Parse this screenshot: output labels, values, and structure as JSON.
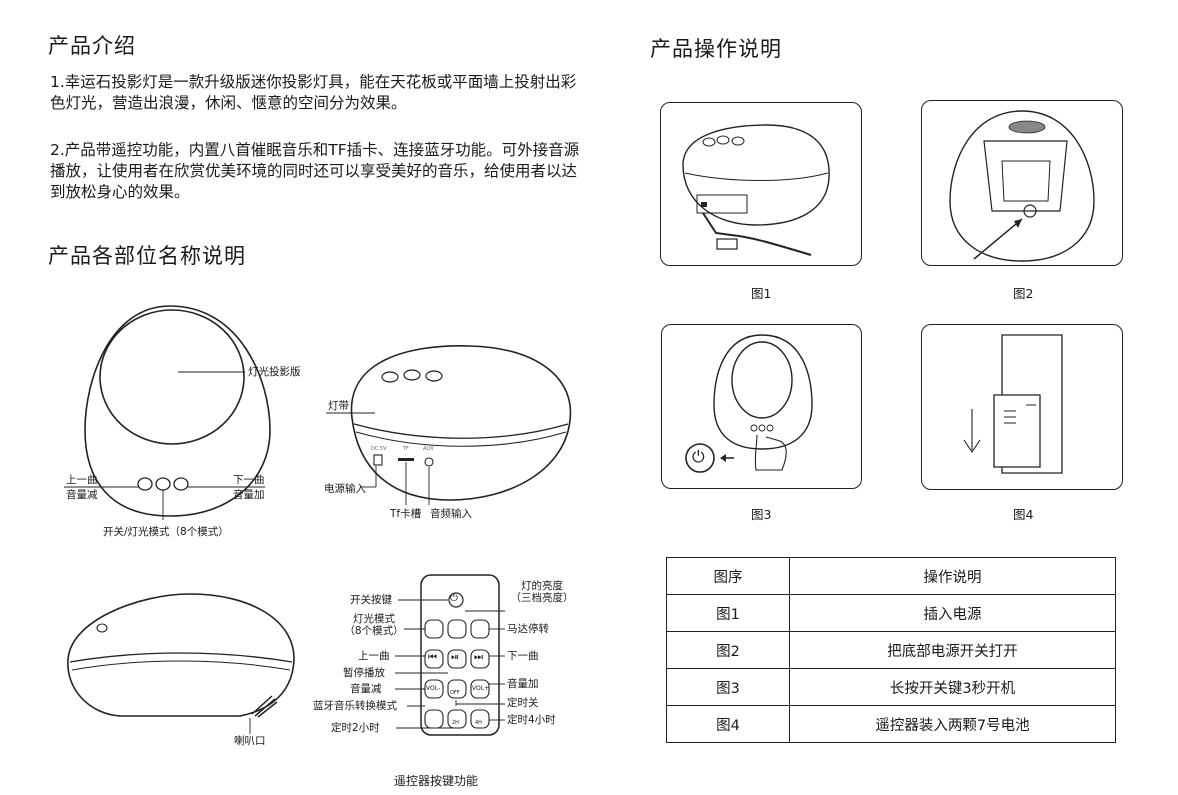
{
  "left": {
    "intro_title": "产品介绍",
    "intro_paragraphs": [
      "1.幸运石投影灯是一款升级版迷你投影灯具，能在天花板或平面墙上投射出彩色灯光，营造出浪漫，休闲、惬意的空间分为效果。",
      "2.产品带遥控功能，内置八首催眠音乐和TF插卡、连接蓝牙功能。可外接音源播放，让使用者在欣赏优美环境的同时还可以享受美好的音乐，给使用者以达到放松身心的效果。"
    ],
    "parts_title": "产品各部位名称说明",
    "front_labels": {
      "projection_board": "灯光投影版",
      "prev_track": "上一曲",
      "volume_down": "音量减",
      "next_track": "下一曲",
      "volume_up": "音量加",
      "power_mode": "开关/灯光模式（8个模式）"
    },
    "side_labels": {
      "light_strip": "灯带",
      "power_input": "电源输入",
      "tf_slot": "Tf卡槽",
      "audio_input": "音频输入",
      "port_mini_1": "DC 5V",
      "port_mini_2": "TF",
      "port_mini_3": "AUX"
    },
    "bottom_labels": {
      "speaker": "喇叭口"
    },
    "remote": {
      "caption": "遥控器按键功能",
      "labels": {
        "power_key": "开关按键",
        "brightness": "灯的亮度",
        "brightness_sub": "（三档亮度）",
        "light_mode": "灯光模式",
        "light_mode_sub": "（8个模式）",
        "motor_stop": "马达停转",
        "prev": "上一曲",
        "next": "下一曲",
        "pause_play": "暂停播放",
        "vol_up": "音量加",
        "vol_down": "音量减",
        "timer_off": "定时关",
        "bt_switch": "蓝牙音乐转换模式",
        "timer_4h": "定时4小时",
        "timer_2h": "定时2小时"
      },
      "keys": {
        "vol_minus": "VOL-",
        "vol_plus": "VOL+",
        "off": "OFF",
        "h2": "2H",
        "h4": "4H"
      }
    }
  },
  "right": {
    "ops_title": "产品操作说明",
    "figure_captions": [
      "图1",
      "图2",
      "图3",
      "图4"
    ],
    "table": {
      "headers": [
        "图序",
        "操作说明"
      ],
      "rows": [
        [
          "图1",
          "插入电源"
        ],
        [
          "图2",
          "把底部电源开关打开"
        ],
        [
          "图3",
          "长按开关键3秒开机"
        ],
        [
          "图4",
          "遥控器装入两颗7号电池"
        ]
      ]
    }
  }
}
